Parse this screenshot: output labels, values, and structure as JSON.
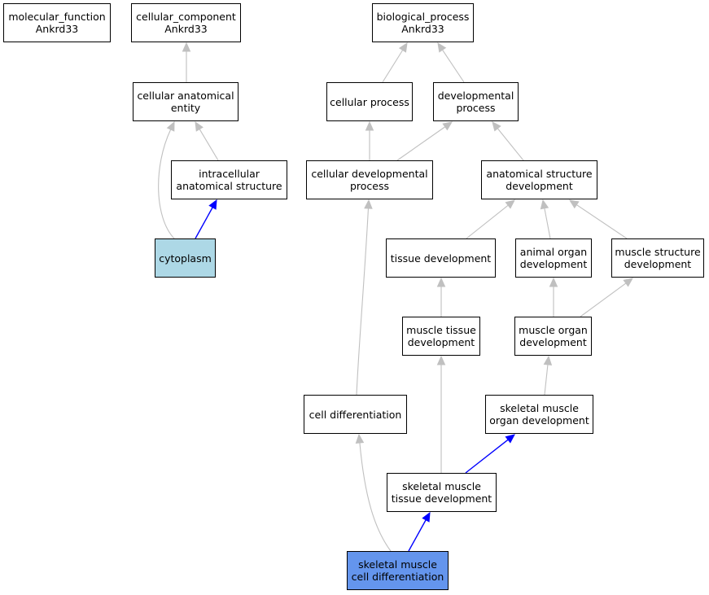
{
  "colors": {
    "node_fill": "#ffffff",
    "highlight_cytoplasm": "#add8e6",
    "highlight_query": "#6495ed",
    "edge_gray": "#c0c0c0",
    "edge_blue": "#0000ff"
  },
  "nodes": {
    "molecular_function": "molecular_function\nAnkrd33",
    "cellular_component": "cellular_component\nAnkrd33",
    "biological_process": "biological_process\nAnkrd33",
    "cellular_anatomical_entity": "cellular anatomical\nentity",
    "cellular_process": "cellular process",
    "developmental_process": "developmental\nprocess",
    "intracellular_anatomical_structure": "intracellular\nanatomical structure",
    "cellular_developmental_process": "cellular developmental\nprocess",
    "anatomical_structure_development": "anatomical structure\ndevelopment",
    "cytoplasm": "cytoplasm",
    "tissue_development": "tissue development",
    "animal_organ_development": "animal organ\ndevelopment",
    "muscle_structure_development": "muscle structure\ndevelopment",
    "muscle_tissue_development": "muscle tissue\ndevelopment",
    "muscle_organ_development": "muscle organ\ndevelopment",
    "cell_differentiation": "cell differentiation",
    "skeletal_muscle_organ_development": "skeletal muscle\norgan development",
    "skeletal_muscle_tissue_development": "skeletal muscle\ntissue development",
    "skeletal_muscle_cell_differentiation": "skeletal muscle\ncell differentiation"
  },
  "edges": [
    {
      "from": "cellular_anatomical_entity",
      "to": "cellular_component",
      "color": "gray"
    },
    {
      "from": "cellular_process",
      "to": "biological_process",
      "color": "gray"
    },
    {
      "from": "developmental_process",
      "to": "biological_process",
      "color": "gray"
    },
    {
      "from": "intracellular_anatomical_structure",
      "to": "cellular_anatomical_entity",
      "color": "gray"
    },
    {
      "from": "cytoplasm",
      "to": "cellular_anatomical_entity",
      "color": "gray"
    },
    {
      "from": "cytoplasm",
      "to": "intracellular_anatomical_structure",
      "color": "blue"
    },
    {
      "from": "cellular_developmental_process",
      "to": "cellular_process",
      "color": "gray"
    },
    {
      "from": "cellular_developmental_process",
      "to": "developmental_process",
      "color": "gray"
    },
    {
      "from": "anatomical_structure_development",
      "to": "developmental_process",
      "color": "gray"
    },
    {
      "from": "tissue_development",
      "to": "anatomical_structure_development",
      "color": "gray"
    },
    {
      "from": "animal_organ_development",
      "to": "anatomical_structure_development",
      "color": "gray"
    },
    {
      "from": "muscle_structure_development",
      "to": "anatomical_structure_development",
      "color": "gray"
    },
    {
      "from": "muscle_tissue_development",
      "to": "tissue_development",
      "color": "gray"
    },
    {
      "from": "muscle_organ_development",
      "to": "animal_organ_development",
      "color": "gray"
    },
    {
      "from": "muscle_organ_development",
      "to": "muscle_structure_development",
      "color": "gray"
    },
    {
      "from": "cell_differentiation",
      "to": "cellular_developmental_process",
      "color": "gray"
    },
    {
      "from": "skeletal_muscle_organ_development",
      "to": "muscle_organ_development",
      "color": "gray"
    },
    {
      "from": "skeletal_muscle_tissue_development",
      "to": "muscle_tissue_development",
      "color": "gray"
    },
    {
      "from": "skeletal_muscle_tissue_development",
      "to": "skeletal_muscle_organ_development",
      "color": "blue"
    },
    {
      "from": "skeletal_muscle_cell_differentiation",
      "to": "cell_differentiation",
      "color": "gray"
    },
    {
      "from": "skeletal_muscle_cell_differentiation",
      "to": "skeletal_muscle_tissue_development",
      "color": "blue"
    }
  ]
}
